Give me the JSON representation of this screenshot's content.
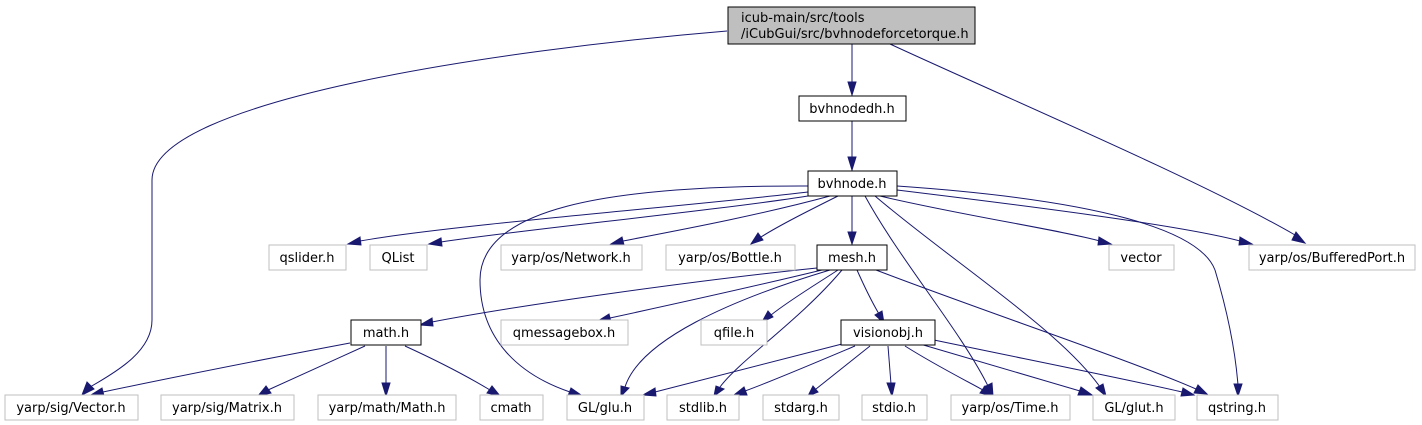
{
  "colors": {
    "edge": "#191970",
    "root_fill": "#bfbfbf",
    "project_border": "#000000",
    "external_border": "#bfbfbf"
  },
  "nodes": {
    "root_line1": "icub-main/src/tools",
    "root_line2": "/iCubGui/src/bvhnodeforcetorque.h",
    "bvhnodedh": "bvhnodedh.h",
    "bvhnode": "bvhnode.h",
    "qslider": "qslider.h",
    "qlist": "QList",
    "network": "yarp/os/Network.h",
    "bottle": "yarp/os/Bottle.h",
    "mesh": "mesh.h",
    "vector": "vector",
    "bufferedport": "yarp/os/BufferedPort.h",
    "math": "math.h",
    "qmessagebox": "qmessagebox.h",
    "qfile": "qfile.h",
    "visionobj": "visionobj.h",
    "sigvector": "yarp/sig/Vector.h",
    "sigmatrix": "yarp/sig/Matrix.h",
    "mathmath": "yarp/math/Math.h",
    "cmath": "cmath",
    "glu": "GL/glu.h",
    "stdlib": "stdlib.h",
    "stdarg": "stdarg.h",
    "stdio": "stdio.h",
    "ostime": "yarp/os/Time.h",
    "glut": "GL/glut.h",
    "qstring": "qstring.h"
  }
}
